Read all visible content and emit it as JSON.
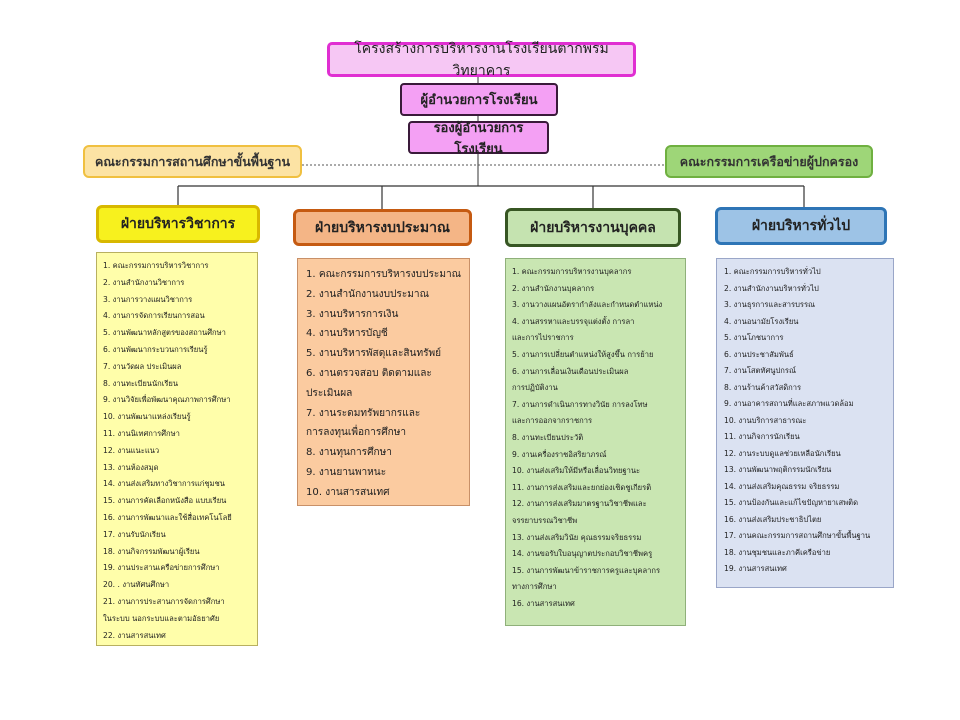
{
  "title": "โครงสร้างการบริหารงานโรงเรียนตากพรมวิทยาคาร",
  "director": "ผู้อำนวยการโรงเรียน",
  "deputy": "รองผู้อำนวยการโรงเรียน",
  "committee_left": "คณะกรรมการสถานศึกษาขั้นพื้นฐาน",
  "committee_right": "คณะกรรมการเครือข่ายผู้ปกครอง",
  "departments": [
    {
      "name": "ฝ่ายบริหารวิชาการ",
      "items": [
        "1. คณะกรรมการบริหารวิชาการ",
        "2. งานสำนักงานวิชาการ",
        "3. งานการวางแผนวิชาการ",
        "4. งานการจัดการเรียนการสอน",
        "5. งานพัฒนาหลักสูตรของสถานศึกษา",
        "6. งานพัฒนากระบวนการเรียนรู้",
        "7. งานวัดผล ประเมินผล",
        "8. งานทะเบียนนักเรียน",
        "9. งานวิจัยเพื่อพัฒนาคุณภาพการศึกษา",
        "10. งานพัฒนาแหล่งเรียนรู้",
        "11. งานนิเทศการศึกษา",
        "12. งานแนะแนว",
        "13. งานห้องสมุด",
        "14. งานส่งเสริมทางวิชาการแก่ชุมชน",
        "15. งานการคัดเลือกหนังสือ แบบเรียน",
        "16. งานการพัฒนาและใช้สื่อเทคโนโลยี",
        "17. งานรับนักเรียน",
        "18. งานกิจกรรมพัฒนาผู้เรียน",
        "19. งานประสานเครือข่ายการศึกษา",
        "20. . งานทัศนศึกษา",
        "21. งานการประสานการจัดการศึกษา\nในระบบ นอกระบบและตามอัธยาศัย",
        "22. งานสารสนเทศ"
      ]
    },
    {
      "name": "ฝ่ายบริหารงบประมาณ",
      "items": [
        "1. คณะกรรมการบริหารงบประมาณ",
        "2. งานสำนักงานงบประมาณ",
        "3. งานบริหารการเงิน",
        "4.  งานบริหารบัญชี",
        "5. งานบริหารพัสดุและสินทรัพย์",
        "6. งานตรวจสอบ ติดตามและ\nประเมินผล",
        "7.  งานระดมทรัพยากรและ\nการลงทุนเพื่อการศึกษา",
        "8. งานทุนการศึกษา",
        "9. งานยานพาหนะ",
        "10. งานสารสนเทศ"
      ]
    },
    {
      "name": "ฝ่ายบริหารงานบุคคล",
      "items": [
        "1. คณะกรรมการบริหารงานบุคลากร",
        "2. งานสำนักงานบุคลากร",
        "3. งานวางแผนอัตรากำลังและกำหนดตำแหน่ง",
        "4. งานสรรหาและบรรจุแต่งตั้ง การลา\nและการไปราชการ",
        "5. งานการเปลี่ยนตำแหน่งให้สูงขึ้น การย้าย",
        "6. งานการเลื่อนเงินเดือนประเมินผล\nการปฏิบัติงาน",
        "7. งานการดำเนินการทางวินัย การลงโทษ\nและการออกจากราชการ",
        "8. งานทะเบียนประวัติ",
        "9. งานเครื่องราชอิสริยาภรณ์",
        "10. งานส่งเสริมให้มีหรือเลื่อนวิทยฐานะ",
        "11. งานการส่งเสริมและยกย่องเชิดชูเกียรติ",
        "12. งานการส่งเสริมมาตรฐานวิชาชีพและ\nจรรยาบรรณวิชาชีพ",
        "13. งานส่งเสริมวินัย คุณธรรมจริยธรรม",
        "14. งานขอรับใบอนุญาตประกอบวิชาชีพครู",
        "15. งานการพัฒนาข้าราชการครูและบุคลากร\nทางการศึกษา",
        "16. งานสารสนเทศ"
      ]
    },
    {
      "name": "ฝ่ายบริหารทั่วไป",
      "items": [
        "1. คณะกรรมการบริหารทั่วไป",
        "2. งานสำนักงานบริหารทั่วไป",
        "3. งานธุรการและสารบรรณ",
        "4. งานอนามัยโรงเรียน",
        "5. งานโภชนาการ",
        "6. งานประชาสัมพันธ์",
        "7. งานโสตทัศนูปกรณ์",
        "8. งานร้านค้าสวัสดิการ",
        "9. งานอาคารสถานที่และสภาพแวดล้อม",
        "10. งานบริการสาธารณะ",
        "11. งานกิจการนักเรียน",
        "12. งานระบบดูแลช่วยเหลือนักเรียน",
        "13. งานพัฒนาพฤติกรรมนักเรียน",
        "14. งานส่งเสริมคุณธรรม จริยธรรม",
        "15. งานป้องกันและแก้ไขปัญหายาเสพติด",
        "16. งานส่งเสริมประชาธิปไตย",
        "17. งานคณะกรรมการสถานศึกษาขั้นพื้นฐาน",
        "18. งานชุมชนและภาคีเครือข่าย",
        "19. งานสารสนเทศ"
      ]
    }
  ]
}
